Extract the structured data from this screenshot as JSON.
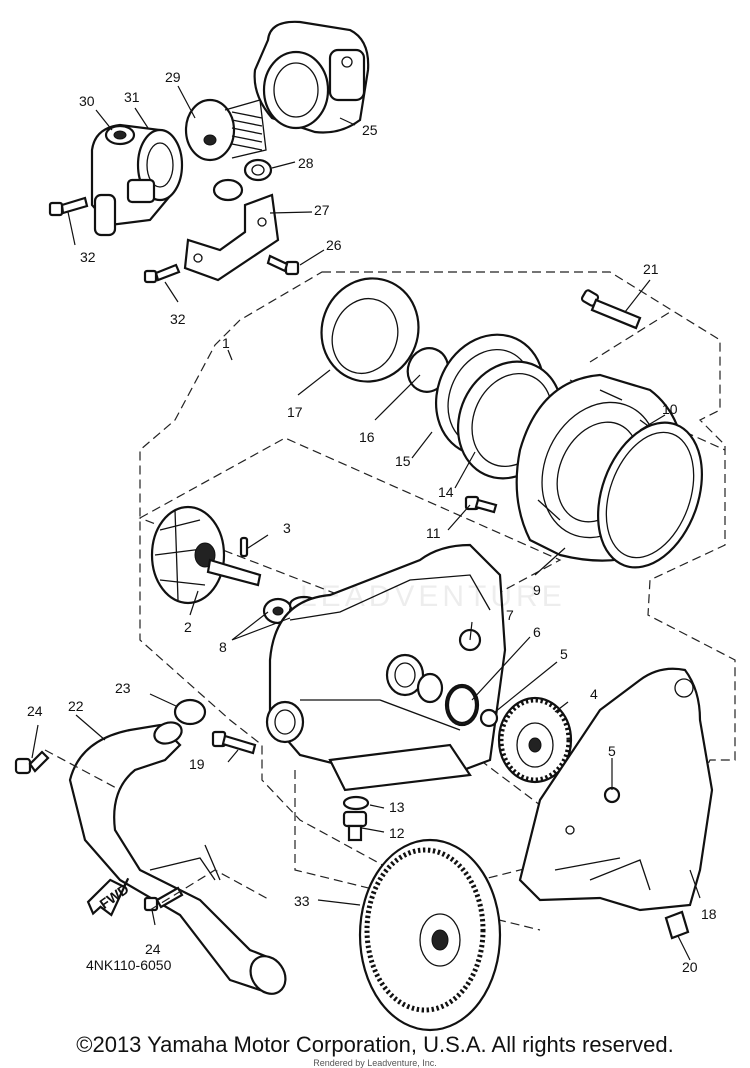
{
  "diagram": {
    "part_numbers": [
      "1",
      "2",
      "3",
      "4",
      "5",
      "5",
      "6",
      "7",
      "8",
      "9",
      "10",
      "11",
      "12",
      "13",
      "14",
      "15",
      "16",
      "17",
      "18",
      "19",
      "20",
      "21",
      "22",
      "23",
      "24",
      "24",
      "25",
      "26",
      "27",
      "28",
      "29",
      "30",
      "31",
      "32",
      "32",
      "33"
    ],
    "fwd_label": "FWD",
    "diagram_code": "4NK110-6050",
    "watermark": "LEADVENTURE"
  },
  "footer": {
    "copyright": "©2013 Yamaha Motor Corporation, U.S.A. All rights reserved.",
    "rendered_by": "Rendered by Leadventure, Inc."
  }
}
